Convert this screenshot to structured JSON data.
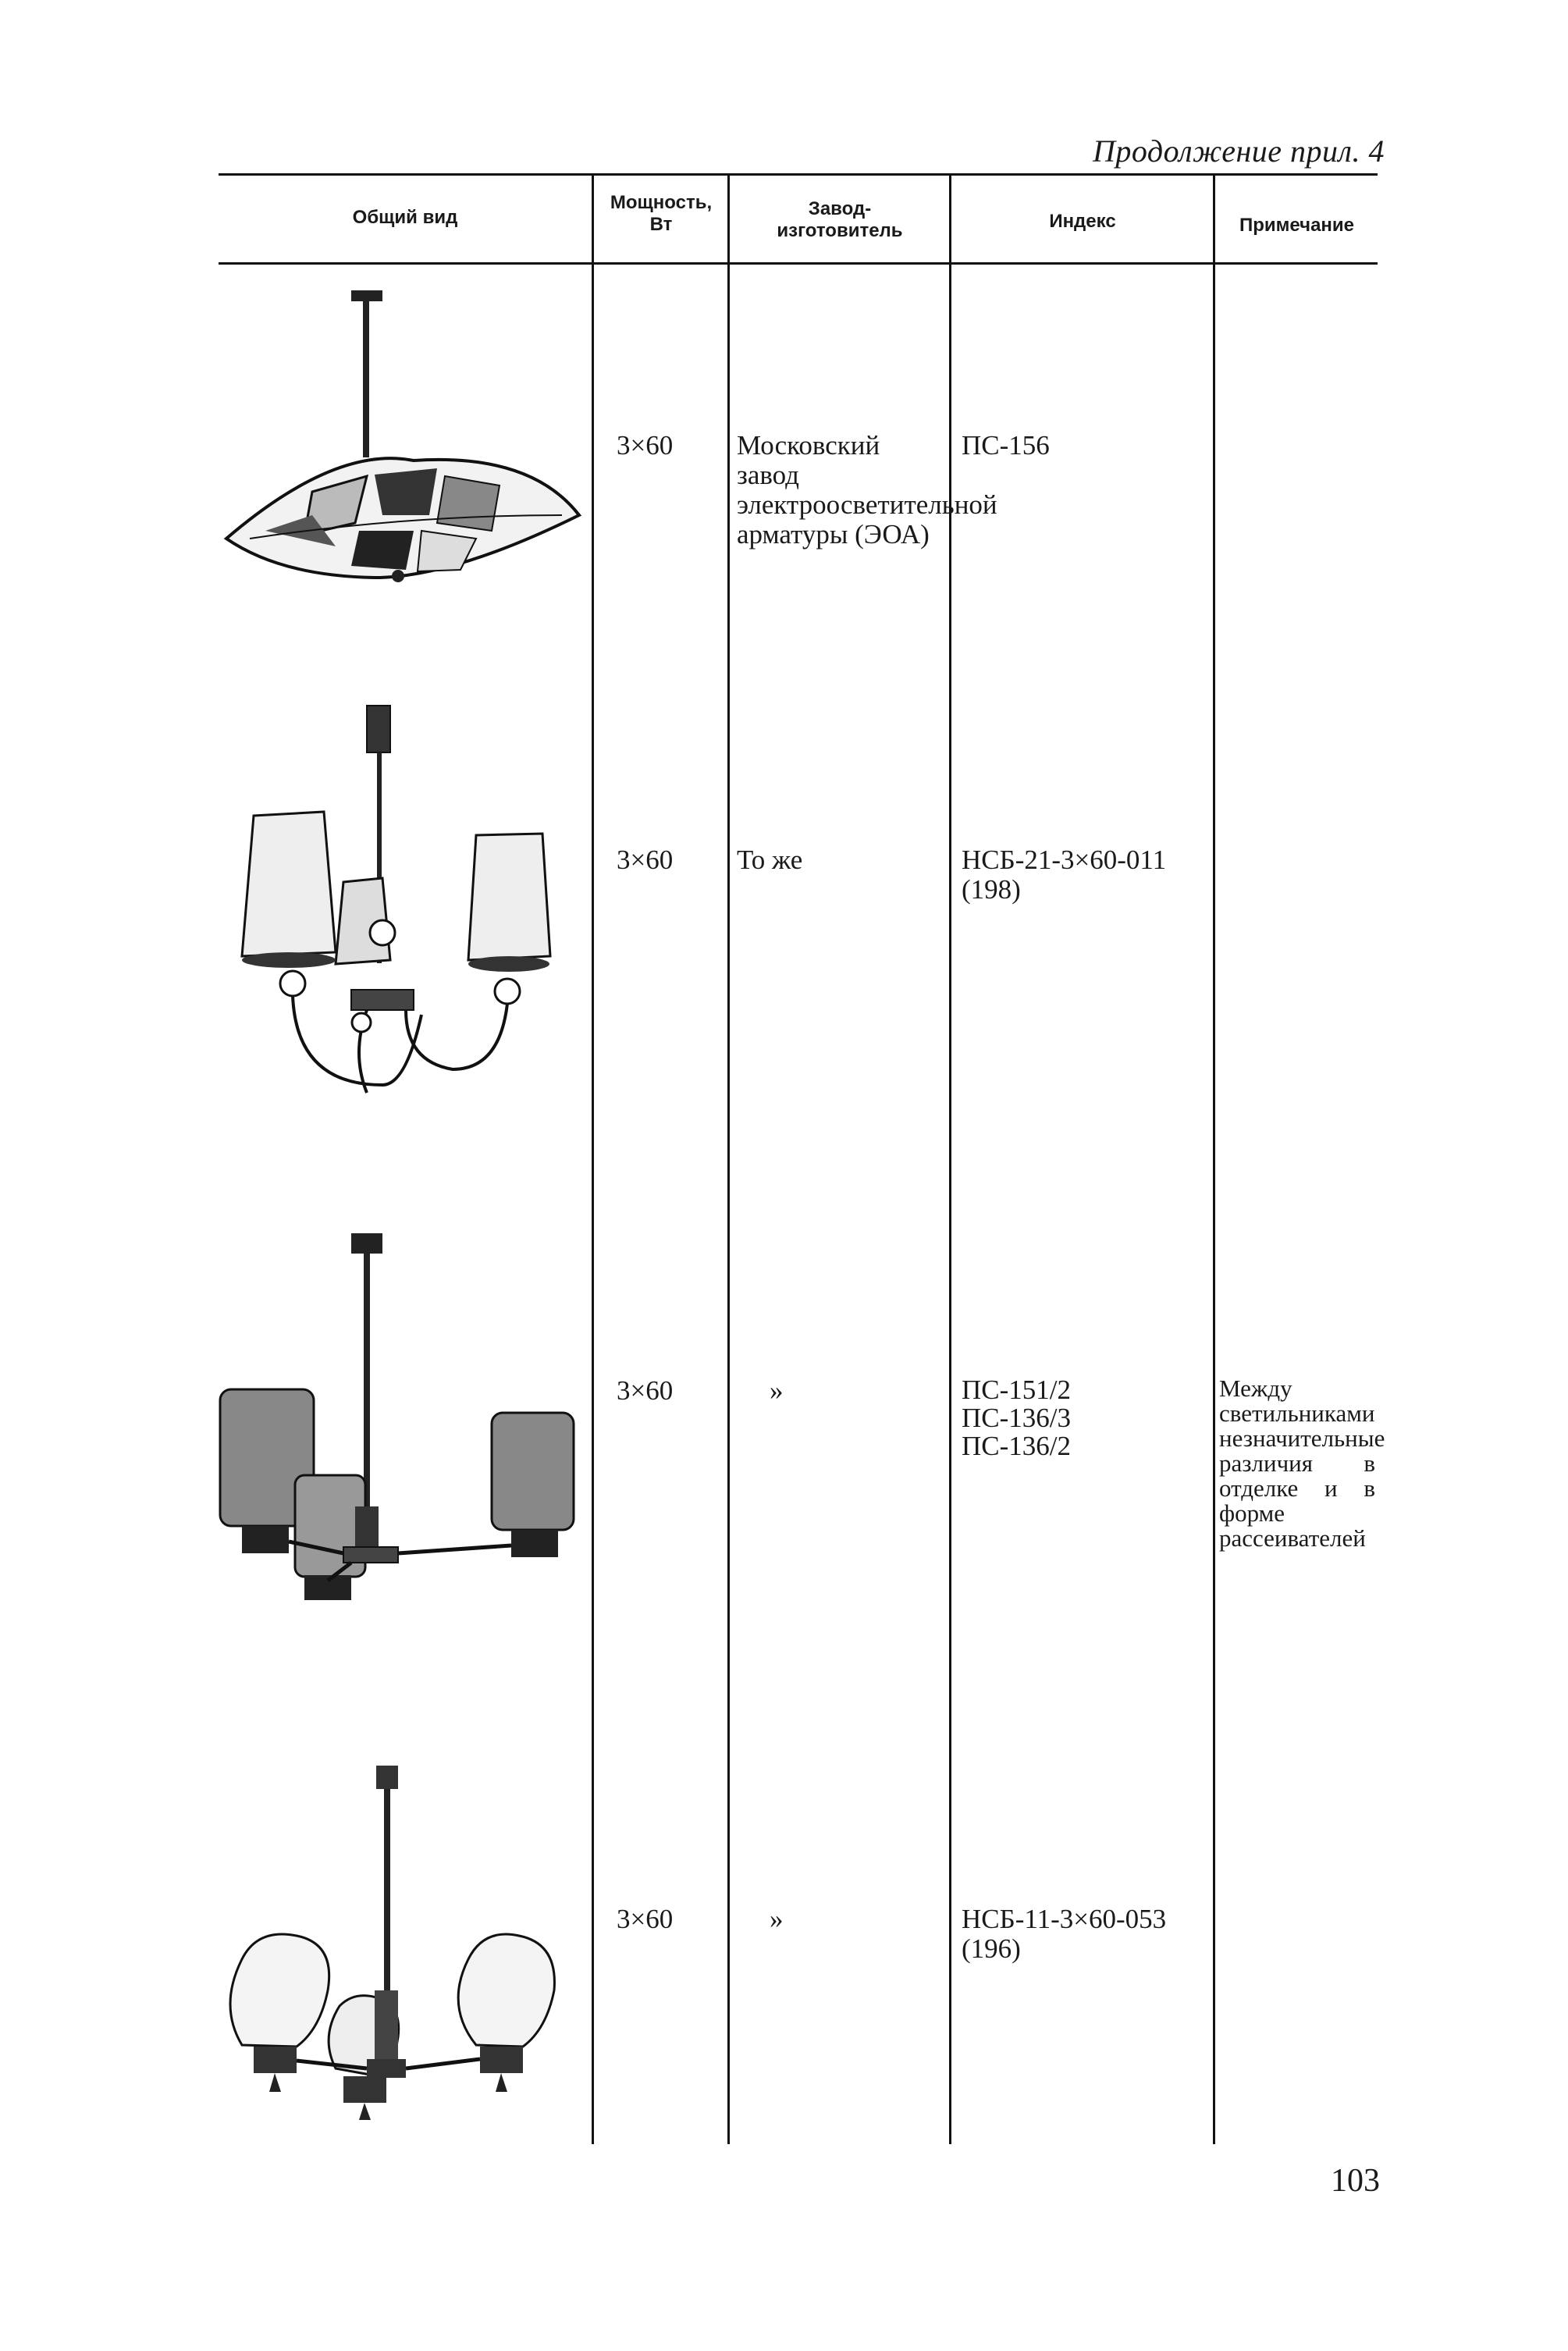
{
  "running_head": "Продолжение прил. 4",
  "headers": {
    "view": "Общий вид",
    "power": "Мощность,\nВт",
    "maker": "Завод-\nизготовитель",
    "index": "Индекс",
    "note": "Примечание"
  },
  "rows": [
    {
      "power": "3×60",
      "maker": "Московский завод электроосветительной арматуры (ЭОА)",
      "index": "ПС-156",
      "note": "",
      "image": "saucer-ceiling-lamp"
    },
    {
      "power": "3×60",
      "maker": "То же",
      "index": "НСБ-21-3×60-011\n(198)",
      "note": "",
      "image": "three-shade-chandelier"
    },
    {
      "power": "3×60",
      "maker": "»",
      "index": "ПС-151/2\nПС-136/3\nПС-136/2",
      "note": "Между светильниками незначительные различия в отделке и в форме рассеивателей",
      "image": "three-cylinder-chandelier"
    },
    {
      "power": "3×60",
      "maker": "»",
      "index": "НСБ-11-3×60-053\n(196)",
      "note": "",
      "image": "three-tulip-chandelier"
    }
  ],
  "page_number": "103"
}
